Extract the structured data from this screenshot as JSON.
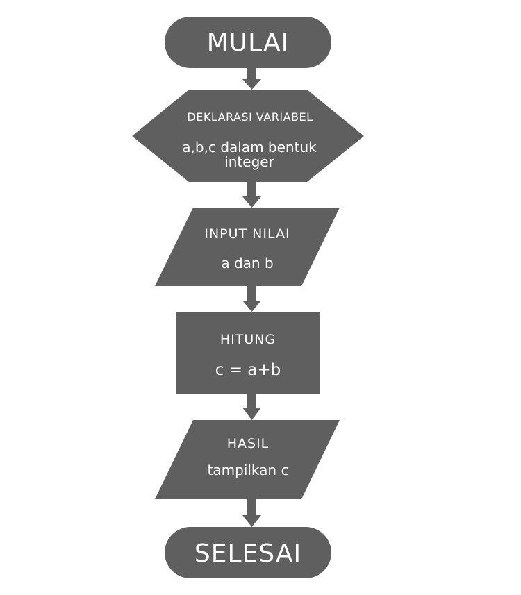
{
  "colors": {
    "shape_fill": "#5f5f5f",
    "text": "#ffffff",
    "background": "#ffffff"
  },
  "nodes": {
    "start": {
      "label": "MULAI"
    },
    "declare": {
      "title": "DEKLARASI VARIABEL",
      "line1": "a,b,c dalam bentuk",
      "line2": "integer"
    },
    "input": {
      "title": "INPUT NILAI",
      "text": "a dan b"
    },
    "process": {
      "title": "HITUNG",
      "text": "c = a+b"
    },
    "output": {
      "title": "HASIL",
      "text": "tampilkan c"
    },
    "end": {
      "label": "SELESAI"
    }
  }
}
